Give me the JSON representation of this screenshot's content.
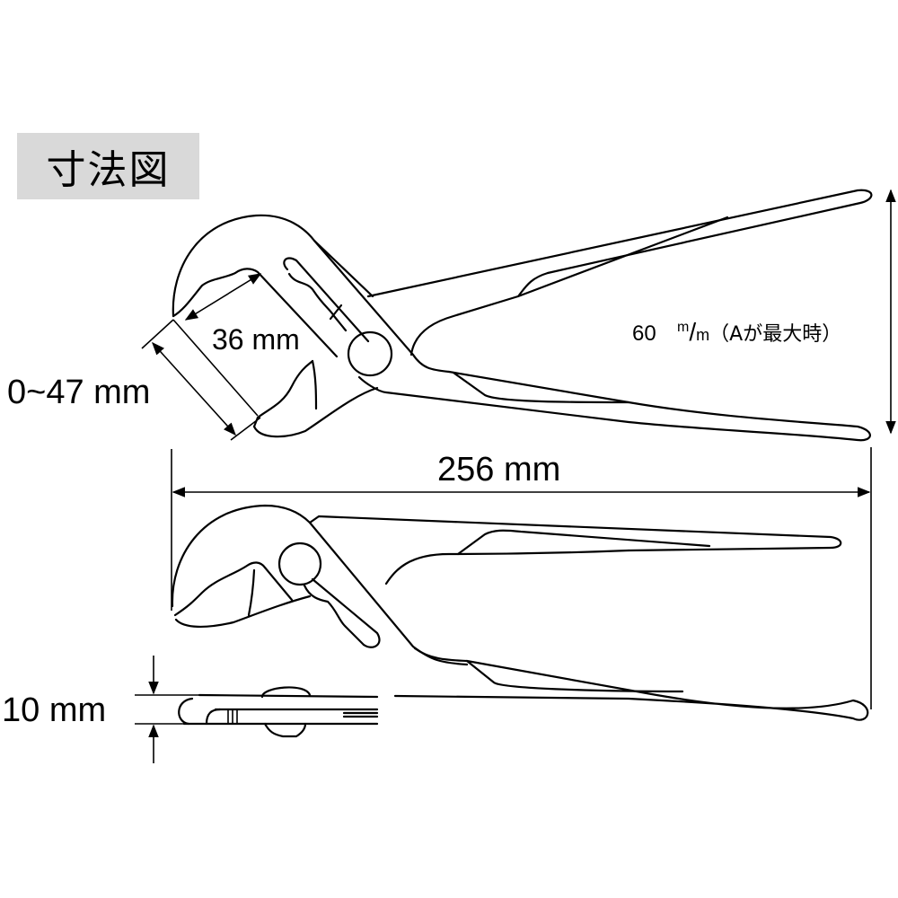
{
  "title": "寸法図",
  "dimensions": {
    "jaw_capacity": "0~47 mm",
    "jaw_depth": "36 mm",
    "overall_length": "256 mm",
    "thickness": "10 mm",
    "handle_span": {
      "value": "60",
      "unit_sup": "m",
      "unit_slash": "/",
      "unit_sub": "m",
      "note": "（Aが最大時）"
    }
  },
  "views": [
    {
      "name": "top-view-open-jaw",
      "description": "pliers, jaw opened to maximum"
    },
    {
      "name": "middle-view-closed-jaw",
      "description": "pliers, jaw closed"
    },
    {
      "name": "edge-view",
      "description": "side profile showing thickness"
    }
  ],
  "colors": {
    "title_bg": "#d9d9d9",
    "line": "#000000",
    "background": "#ffffff"
  }
}
